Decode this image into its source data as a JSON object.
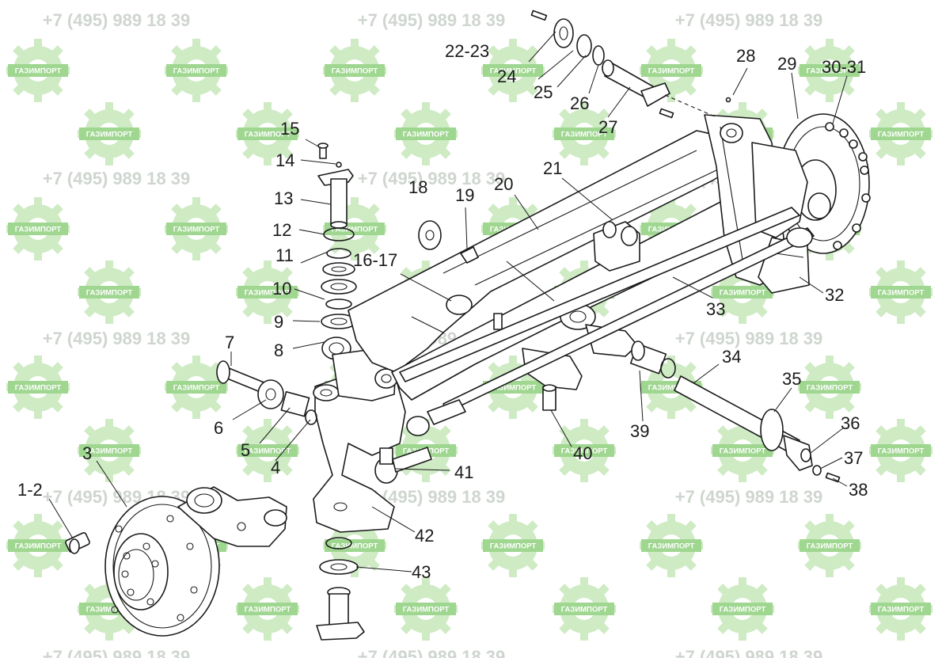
{
  "watermark": {
    "phone": "+7 (495) 989 18 39",
    "logo_text": "ГАЗИМПОРТ",
    "logo_icon": "gear-logo-icon",
    "logo_color": "#bfe6b3",
    "phone_color": "#cfd5cf"
  },
  "callouts": [
    {
      "id": "c1-2",
      "label": "1-2"
    },
    {
      "id": "c3",
      "label": "3"
    },
    {
      "id": "c4",
      "label": "4"
    },
    {
      "id": "c5",
      "label": "5"
    },
    {
      "id": "c6",
      "label": "6"
    },
    {
      "id": "c7",
      "label": "7"
    },
    {
      "id": "c8",
      "label": "8"
    },
    {
      "id": "c9",
      "label": "9"
    },
    {
      "id": "c10",
      "label": "10"
    },
    {
      "id": "c11",
      "label": "11"
    },
    {
      "id": "c12",
      "label": "12"
    },
    {
      "id": "c13",
      "label": "13"
    },
    {
      "id": "c14",
      "label": "14"
    },
    {
      "id": "c15",
      "label": "15"
    },
    {
      "id": "c16-17",
      "label": "16-17"
    },
    {
      "id": "c18",
      "label": "18"
    },
    {
      "id": "c19",
      "label": "19"
    },
    {
      "id": "c20",
      "label": "20"
    },
    {
      "id": "c21",
      "label": "21"
    },
    {
      "id": "c22-23",
      "label": "22-23"
    },
    {
      "id": "c24",
      "label": "24"
    },
    {
      "id": "c25",
      "label": "25"
    },
    {
      "id": "c26",
      "label": "26"
    },
    {
      "id": "c27",
      "label": "27"
    },
    {
      "id": "c28",
      "label": "28"
    },
    {
      "id": "c29",
      "label": "29"
    },
    {
      "id": "c30-31",
      "label": "30-31"
    },
    {
      "id": "c32",
      "label": "32"
    },
    {
      "id": "c33",
      "label": "33"
    },
    {
      "id": "c34",
      "label": "34"
    },
    {
      "id": "c35",
      "label": "35"
    },
    {
      "id": "c36",
      "label": "36"
    },
    {
      "id": "c37",
      "label": "37"
    },
    {
      "id": "c38",
      "label": "38"
    },
    {
      "id": "c39",
      "label": "39"
    },
    {
      "id": "c40",
      "label": "40"
    },
    {
      "id": "c41",
      "label": "41"
    },
    {
      "id": "c42",
      "label": "42"
    },
    {
      "id": "c43",
      "label": "43"
    }
  ]
}
